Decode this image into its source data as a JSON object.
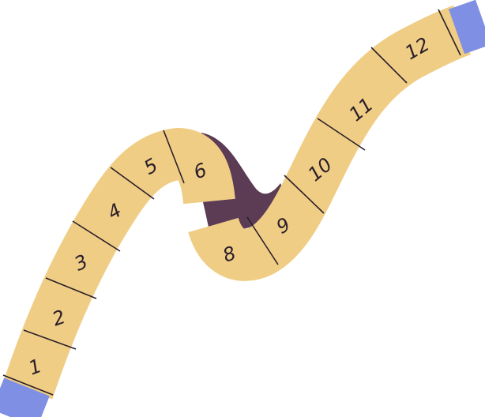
{
  "board": {
    "squares": [
      "1",
      "2",
      "3",
      "4",
      "5",
      "6",
      "8",
      "9",
      "10",
      "11",
      "12"
    ]
  },
  "colors": {
    "path": "#F0CD85",
    "underside": "#5C3B55",
    "ends": "#7F8FE3",
    "lines": "#2a1f2a"
  }
}
